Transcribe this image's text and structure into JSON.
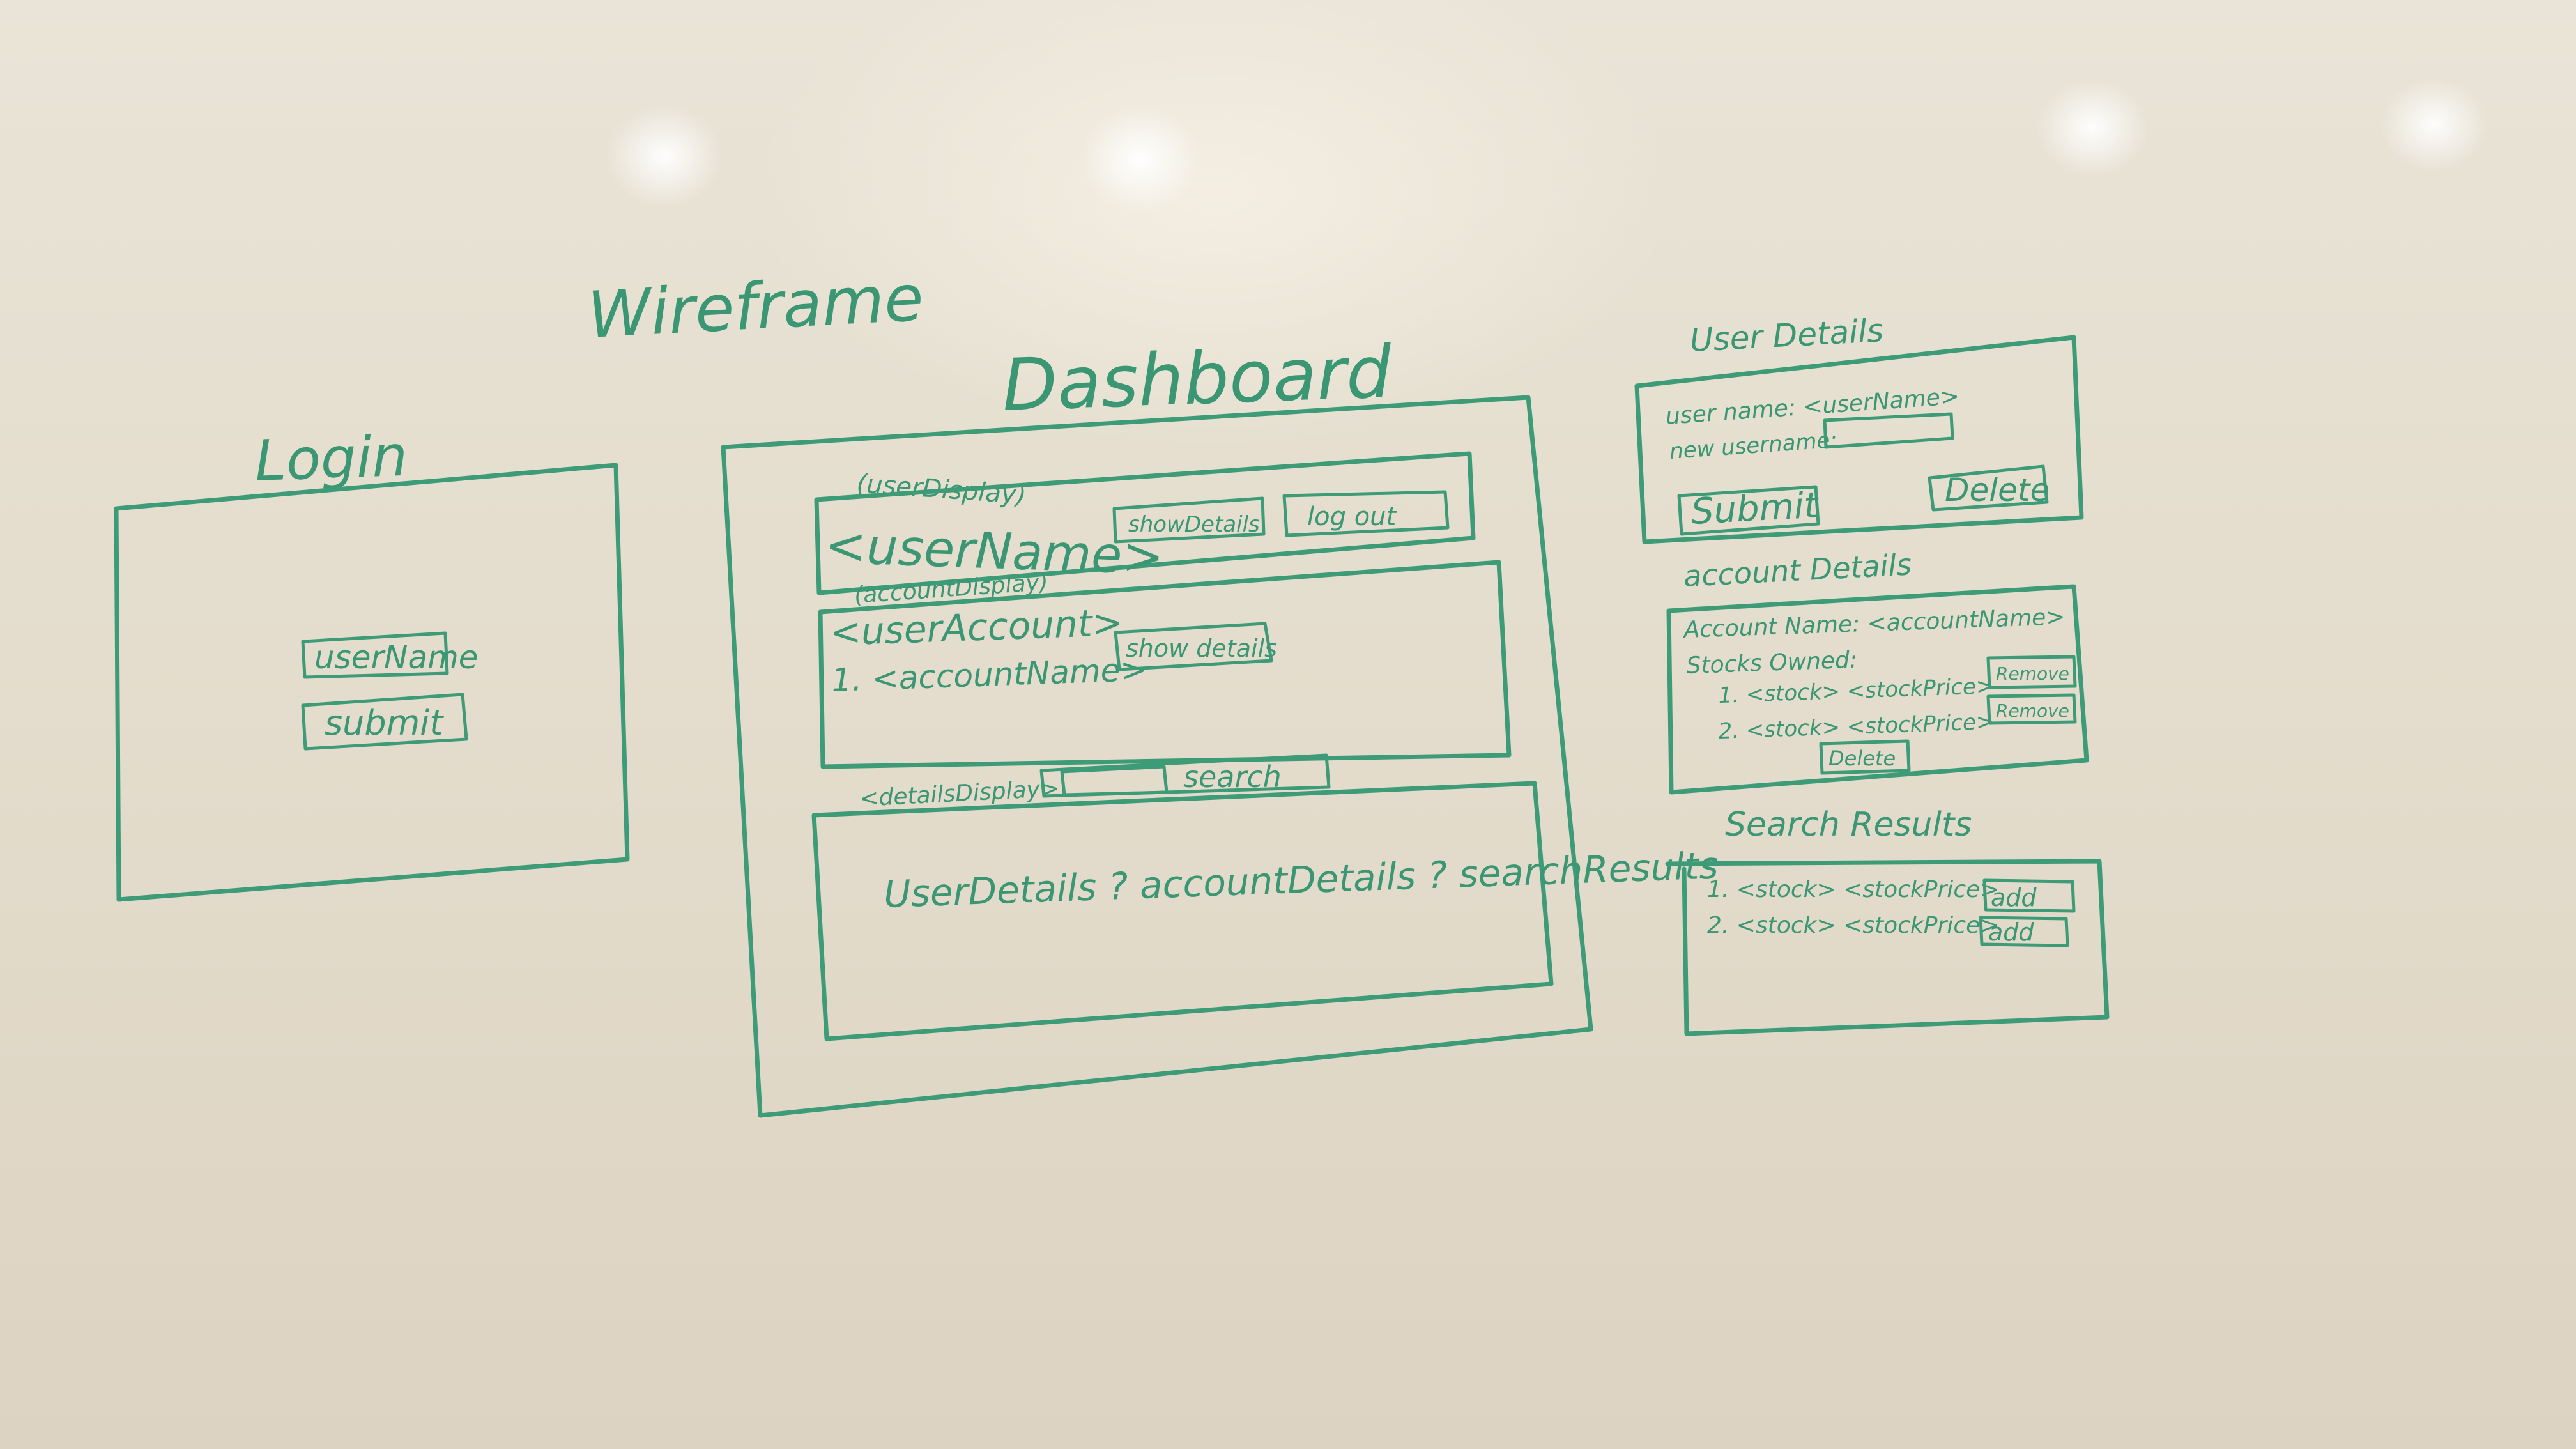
{
  "board": {
    "title": "Wireframe",
    "ink_color": "#3e9b78",
    "background_color": "#e6e0d2"
  },
  "login": {
    "title": "Login",
    "username_box": "userName",
    "submit_box": "submit"
  },
  "dashboard": {
    "title": "Dashboard",
    "user_display": {
      "label": "(userDisplay)",
      "username": "<userName>",
      "show_details_button": "showDetails",
      "logout_button": "log out"
    },
    "account_display": {
      "label": "(accountDisplay)",
      "user_account": "<userAccount>",
      "item_1": "1. <accountName>",
      "show_details_button": "show details"
    },
    "details_display": {
      "label": "<detailsDisplay>",
      "search_button": "search",
      "content": "UserDetails ? accountDetails ? searchResults"
    }
  },
  "user_details": {
    "title": "User Details",
    "user_name_line": "user name: <userName>",
    "new_username_label": "new username:",
    "submit_button": "Submit",
    "delete_button": "Delete"
  },
  "account_details": {
    "title": "account Details",
    "account_name_line": "Account Name: <accountName>",
    "stocks_owned_label": "Stocks Owned:",
    "stocks": [
      {
        "text": "1. <stock> <stockPrice>",
        "button": "Remove"
      },
      {
        "text": "2. <stock> <stockPrice>",
        "button": "Remove"
      }
    ],
    "delete_button": "Delete"
  },
  "search_results": {
    "title": "Search Results",
    "results": [
      {
        "text": "1. <stock> <stockPrice>",
        "button": "add"
      },
      {
        "text": "2. <stock> <stockPrice>",
        "button": "add"
      }
    ]
  }
}
